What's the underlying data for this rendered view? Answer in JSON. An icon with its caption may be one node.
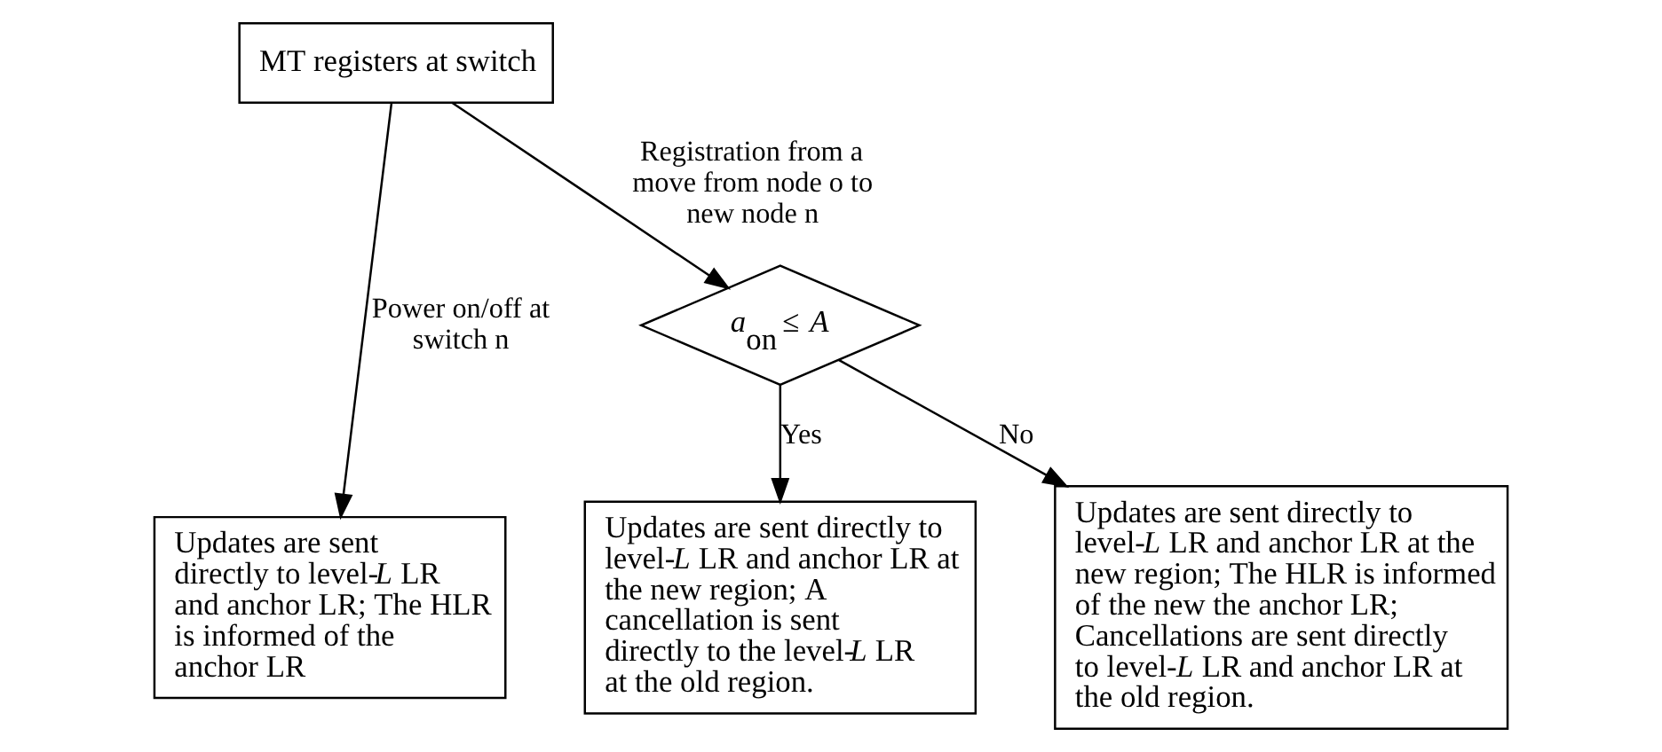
{
  "diagram": {
    "nodes": [
      {
        "text": [
          "MT registers at switch"
        ]
      },
      {
        "text": [
          "*a*$_{on}$ ≤ *A*"
        ]
      },
      {
        "text": [
          "Updates are sent directly to level-*L* LR and anchor LR; The HLR is informed of the anchor LR"
        ]
      },
      {
        "text": [
          "Updates are sent directly to level-*L* LR and anchor LR at the new region; A cancellation is sent directly to the level-*L* LR at the old region."
        ]
      },
      {
        "text": [
          "Updates are sent directly to level-*L* LR and anchor LR at the new region; The HLR is informed of the new the anchor LR; Cancellations are sent directly to level-*L* LR and anchor LR at the old region."
        ]
      }
    ],
    "edges": [
      {
        "from": 0,
        "to": 2,
        "arrow": "to",
        "label": "Power on/off at switch n"
      },
      {
        "from": 0,
        "to": 1,
        "arrow": "to",
        "label": "Registration from a move from node o to new node n"
      },
      {
        "from": 1,
        "to": 3,
        "arrow": "to",
        "label": "Yes"
      },
      {
        "from": 1,
        "to": 4,
        "arrow": "to",
        "label": "No"
      }
    ]
  }
}
